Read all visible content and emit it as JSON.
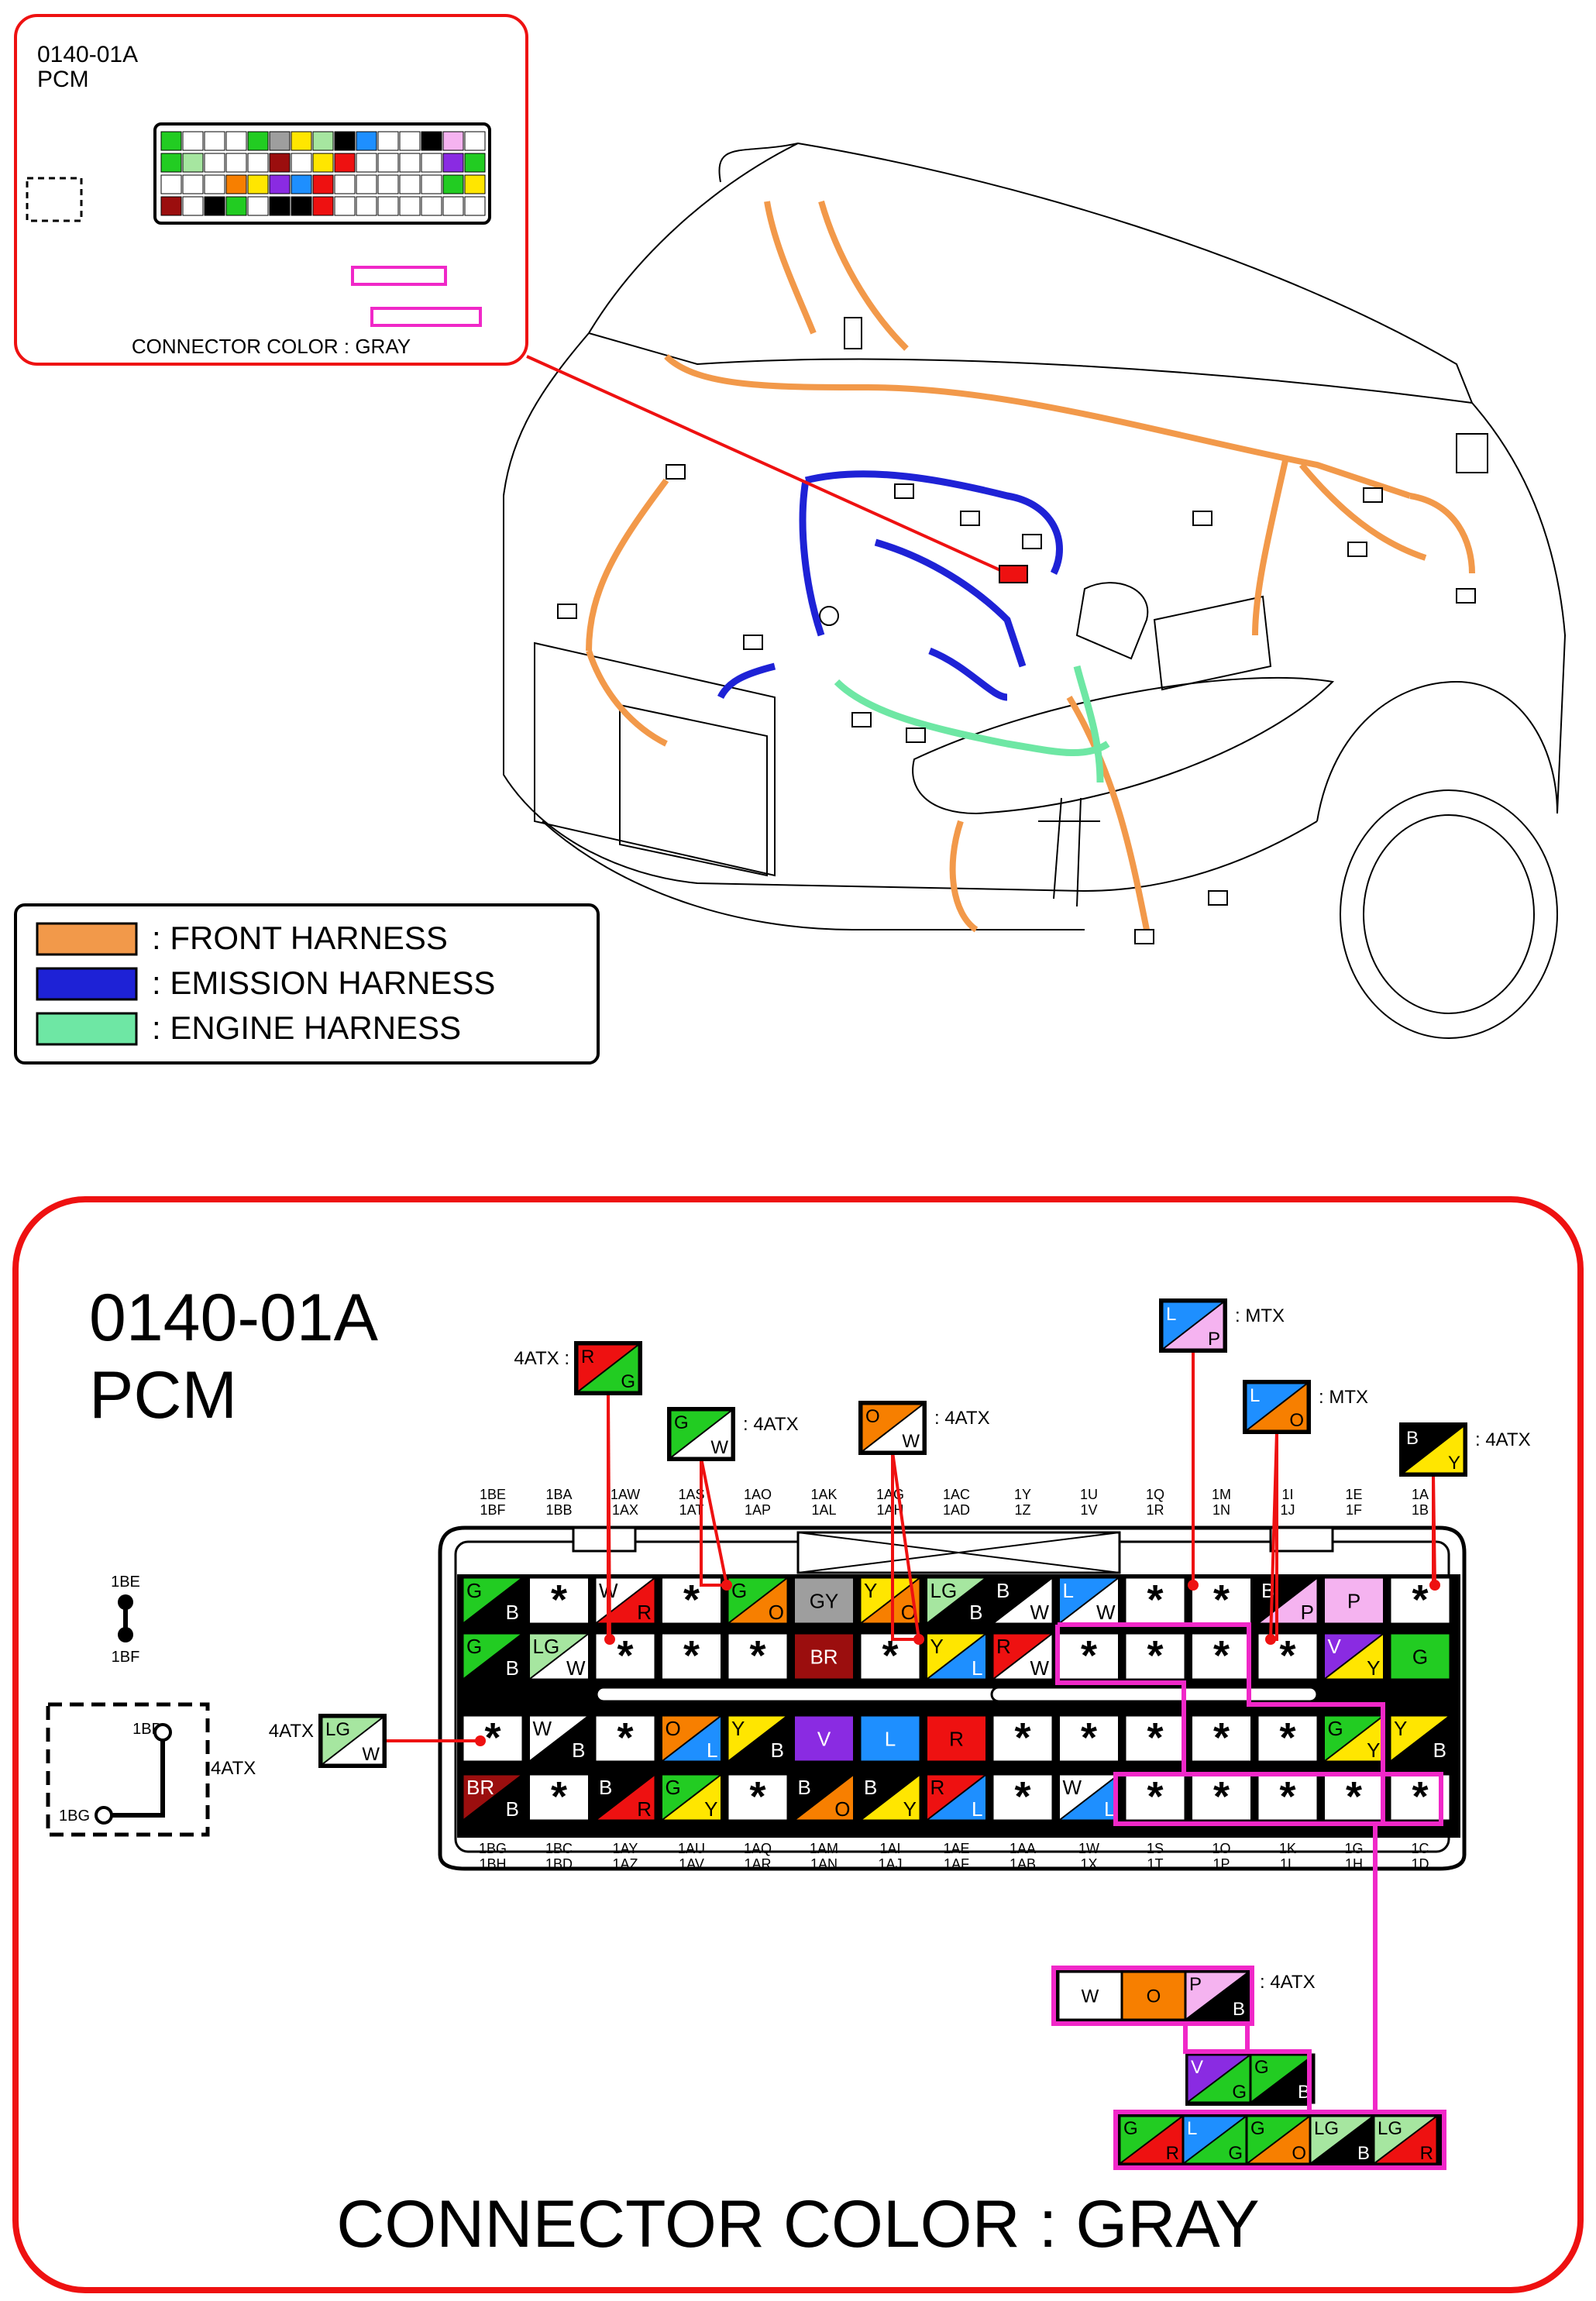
{
  "connector_id": "0140-01A",
  "component": "PCM",
  "connector_color_label": "CONNECTOR COLOR : GRAY",
  "legend": [
    {
      "label": ": FRONT HARNESS",
      "color": "#F2994A"
    },
    {
      "label": ": EMISSION HARNESS",
      "color": "#1E22D6"
    },
    {
      "label": ": ENGINE HARNESS",
      "color": "#6EE7A4"
    }
  ],
  "colors": {
    "G": "#22CC22",
    "R": "#EE1111",
    "B": "#000000",
    "W": "#FFFFFF",
    "O": "#F77F00",
    "Y": "#FFE600",
    "LG": "#A6E6A0",
    "L": "#1E8FFF",
    "P": "#F5B3F0",
    "V": "#8A2BE2",
    "BR": "#9B0E0E",
    "GY": "#9E9E9E",
    "accent_red": "#EE1111",
    "accent_magenta": "#F028C8"
  },
  "top_labels": [
    "1BE\n1BF",
    "1BA\n1BB",
    "1AW\n1AX",
    "1AS\n1AT",
    "1AO\n1AP",
    "1AK\n1AL",
    "1AG\n1AH",
    "1AC\n1AD",
    "1Y\n1Z",
    "1U\n1V",
    "1Q\n1R",
    "1M\n1N",
    "1I\n1J",
    "1E\n1F",
    "1A\n1B"
  ],
  "bottom_labels": [
    "1BG\n1BH",
    "1BC\n1BD",
    "1AY\n1AZ",
    "1AU\n1AV",
    "1AQ\n1AR",
    "1AM\n1AN",
    "1AI\n1AJ",
    "1AE\n1AF",
    "1AA\n1AB",
    "1W\n1X",
    "1S\n1T",
    "1O\n1P",
    "1K\n1L",
    "1G\n1H",
    "1C\n1D"
  ],
  "rows": [
    [
      "G/B",
      "*",
      "W/R",
      "*",
      "G/O",
      "GY",
      "Y/O",
      "LG/B",
      "B/W",
      "L/W",
      "*",
      "*",
      "B/P",
      "P",
      "*"
    ],
    [
      "G/B",
      "LG/W",
      "*",
      "*",
      "*",
      "BR",
      "*",
      "Y/L",
      "R/W",
      "*",
      "*",
      "*",
      "*",
      "V/Y",
      "G"
    ],
    [
      "*",
      "W/B",
      "*",
      "O/L",
      "Y/B",
      "V",
      "L",
      "R",
      "*",
      "*",
      "*",
      "*",
      "*",
      "G/Y",
      "Y/B"
    ],
    [
      "BR/B",
      "*",
      "B/R",
      "G/Y",
      "*",
      "B/O",
      "B/Y",
      "R/L",
      "*",
      "W/L",
      "*",
      "*",
      "*",
      "*",
      "*"
    ]
  ],
  "callouts": [
    {
      "text": "R/G",
      "label": "4ATX :",
      "label_side": "left"
    },
    {
      "text": "G/W",
      "label": ": 4ATX",
      "label_side": "right"
    },
    {
      "text": "O/W",
      "label": ": 4ATX",
      "label_side": "right"
    },
    {
      "text": "L/P",
      "label": ": MTX",
      "label_side": "right"
    },
    {
      "text": "L/O",
      "label": ": MTX",
      "label_side": "right"
    },
    {
      "text": "B/Y",
      "label": ": 4ATX",
      "label_side": "right"
    },
    {
      "text": "LG/W",
      "label": "4ATX",
      "label_side": "left"
    }
  ],
  "jumper": {
    "top": "1BE",
    "bottom": "1BF"
  },
  "dashed_box": {
    "label": "4ATX",
    "pin_top": "1BB",
    "pin_bottom": "1BG"
  },
  "sub_connector": {
    "label": ": 4ATX",
    "row1": [
      "W",
      "O",
      "P/B"
    ],
    "row2": [
      "V/G",
      "G/B"
    ],
    "row3": [
      "G/R",
      "L/G",
      "G/O",
      "LG/B",
      "LG/R"
    ]
  }
}
